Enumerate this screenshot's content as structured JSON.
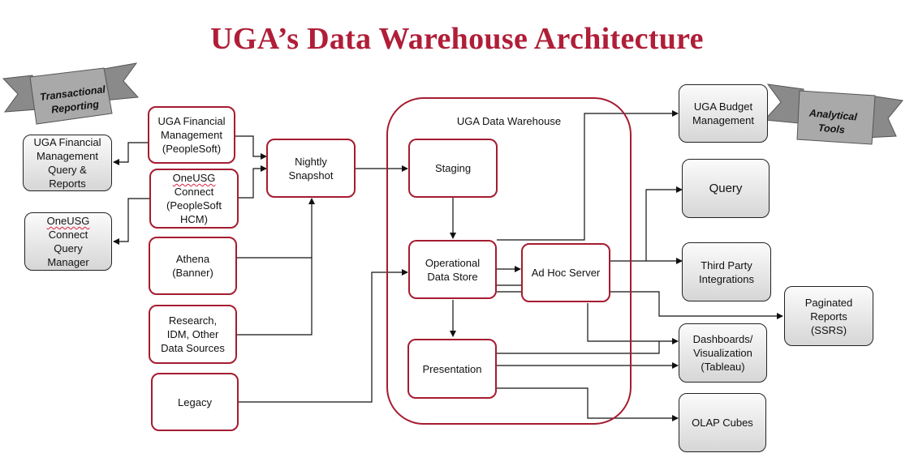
{
  "title": "UGA’s Data Warehouse Architecture",
  "warehouse_label": "UGA Data Warehouse",
  "banners": {
    "transactional": [
      "Transactional",
      "Reporting"
    ],
    "analytical": [
      "Analytical",
      "Tools"
    ]
  },
  "sources": {
    "financial": "UGA Financial\nManagement\n(PeopleSoft)",
    "oneusg_line1": "OneUSG",
    "oneusg_rest": "Connect\n(PeopleSoft\nHCM)",
    "athena": "Athena\n(Banner)",
    "research": "Research,\nIDM, Other\nData Sources",
    "legacy": "Legacy"
  },
  "reports": {
    "financial_query": "UGA Financial\nManagement\nQuery &\nReports",
    "oneusg_query_line1": "OneUSG",
    "oneusg_query_rest": "Connect\nQuery\nManager"
  },
  "nightly_snapshot": "Nightly\nSnapshot",
  "warehouse": {
    "staging": "Staging",
    "ods": "Operational\nData Store",
    "adhoc": "Ad Hoc Server",
    "presentation": "Presentation"
  },
  "tools": {
    "budget": "UGA Budget\nManagement",
    "query": "Query",
    "third_party": "Third Party\nIntegrations",
    "paginated": "Paginated\nReports\n(SSRS)",
    "dashboards": "Dashboards/\nVisualization\n(Tableau)",
    "olap": "OLAP Cubes"
  }
}
